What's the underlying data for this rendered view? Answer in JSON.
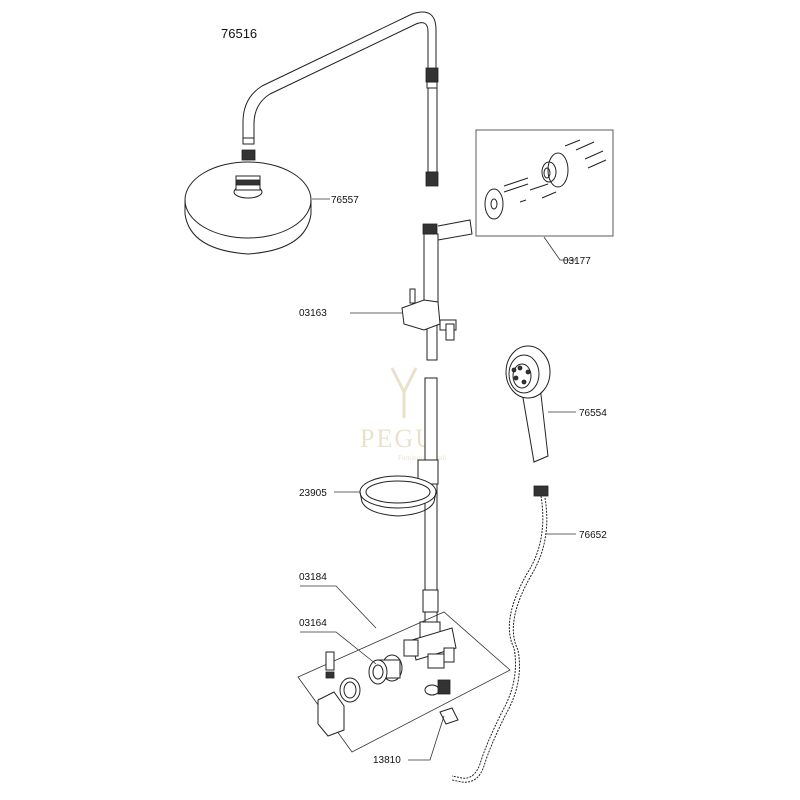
{
  "diagram": {
    "set_number": "76516",
    "parts": {
      "head_shower": "76557",
      "wall_bracket_set": "03177",
      "slider": "03163",
      "hand_shower": "76554",
      "soap_dish": "23905",
      "hose": "76652",
      "thermostat_set": "03184",
      "cartridge": "03164",
      "connector": "13810"
    },
    "watermark": {
      "mark": "PEGU",
      "sub": "Furniture & Bath"
    }
  }
}
